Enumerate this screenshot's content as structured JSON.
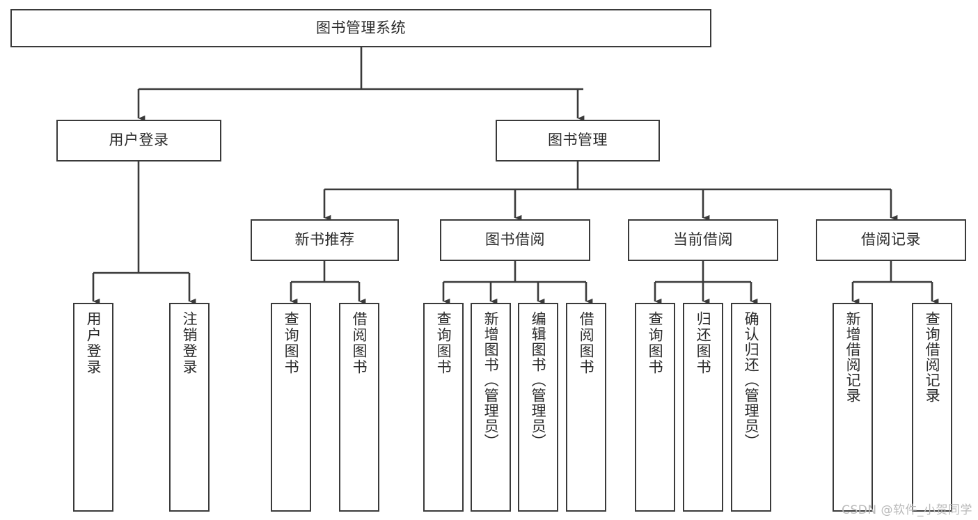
{
  "diagram": {
    "type": "tree-hierarchy-diagram",
    "title": "图书管理系统",
    "stroke_color": "#3a3a3a",
    "text_color": "#2b2b2b",
    "background_color": "#ffffff",
    "root": {
      "id": "root",
      "label": "图书管理系统",
      "orientation": "horizontal"
    },
    "level1": [
      {
        "id": "user-login",
        "label": "用户登录",
        "orientation": "horizontal"
      },
      {
        "id": "book-management",
        "label": "图书管理",
        "orientation": "horizontal"
      }
    ],
    "level2": [
      {
        "id": "new-book-recommend",
        "label": "新书推荐",
        "orientation": "horizontal",
        "parent": "book-management"
      },
      {
        "id": "book-borrow",
        "label": "图书借阅",
        "orientation": "horizontal",
        "parent": "book-management"
      },
      {
        "id": "current-borrow",
        "label": "当前借阅",
        "orientation": "horizontal",
        "parent": "book-management"
      },
      {
        "id": "borrow-record",
        "label": "借阅记录",
        "orientation": "horizontal",
        "parent": "book-management"
      }
    ],
    "leaves": [
      {
        "id": "leaf-user-login",
        "label": "用户登录",
        "orientation": "vertical",
        "parent": "user-login"
      },
      {
        "id": "leaf-logout-login",
        "label": "注销登录",
        "orientation": "vertical",
        "parent": "user-login"
      },
      {
        "id": "leaf-query-book-1",
        "label": "查询图书",
        "orientation": "vertical",
        "parent": "new-book-recommend"
      },
      {
        "id": "leaf-borrow-book-1",
        "label": "借阅图书",
        "orientation": "vertical",
        "parent": "new-book-recommend"
      },
      {
        "id": "leaf-query-book-2",
        "label": "查询图书",
        "orientation": "vertical",
        "parent": "book-borrow"
      },
      {
        "id": "leaf-add-book",
        "label": "新增图书（管理员）",
        "orientation": "vertical",
        "parent": "book-borrow"
      },
      {
        "id": "leaf-edit-book",
        "label": "编辑图书（管理员）",
        "orientation": "vertical",
        "parent": "book-borrow"
      },
      {
        "id": "leaf-borrow-book-2",
        "label": "借阅图书",
        "orientation": "vertical",
        "parent": "book-borrow"
      },
      {
        "id": "leaf-query-book-3",
        "label": "查询图书",
        "orientation": "vertical",
        "parent": "current-borrow"
      },
      {
        "id": "leaf-return-book",
        "label": "归还图书",
        "orientation": "vertical",
        "parent": "current-borrow"
      },
      {
        "id": "leaf-confirm-return",
        "label": "确认归还（管理员）",
        "orientation": "vertical",
        "parent": "current-borrow"
      },
      {
        "id": "leaf-add-record",
        "label": "新增借阅记录",
        "orientation": "vertical",
        "parent": "borrow-record"
      },
      {
        "id": "leaf-query-record",
        "label": "查询借阅记录",
        "orientation": "vertical",
        "parent": "borrow-record"
      }
    ]
  },
  "watermark": {
    "text": "CSDN @软件_小贺同学"
  }
}
